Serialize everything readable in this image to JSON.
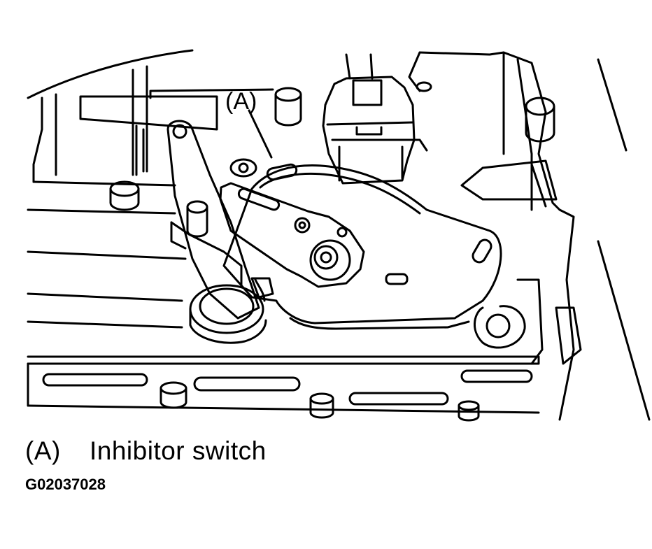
{
  "callout": {
    "label": "(A)"
  },
  "legend": {
    "key": "(A)",
    "text": "Inhibitor switch"
  },
  "figure_code": "G02037028"
}
